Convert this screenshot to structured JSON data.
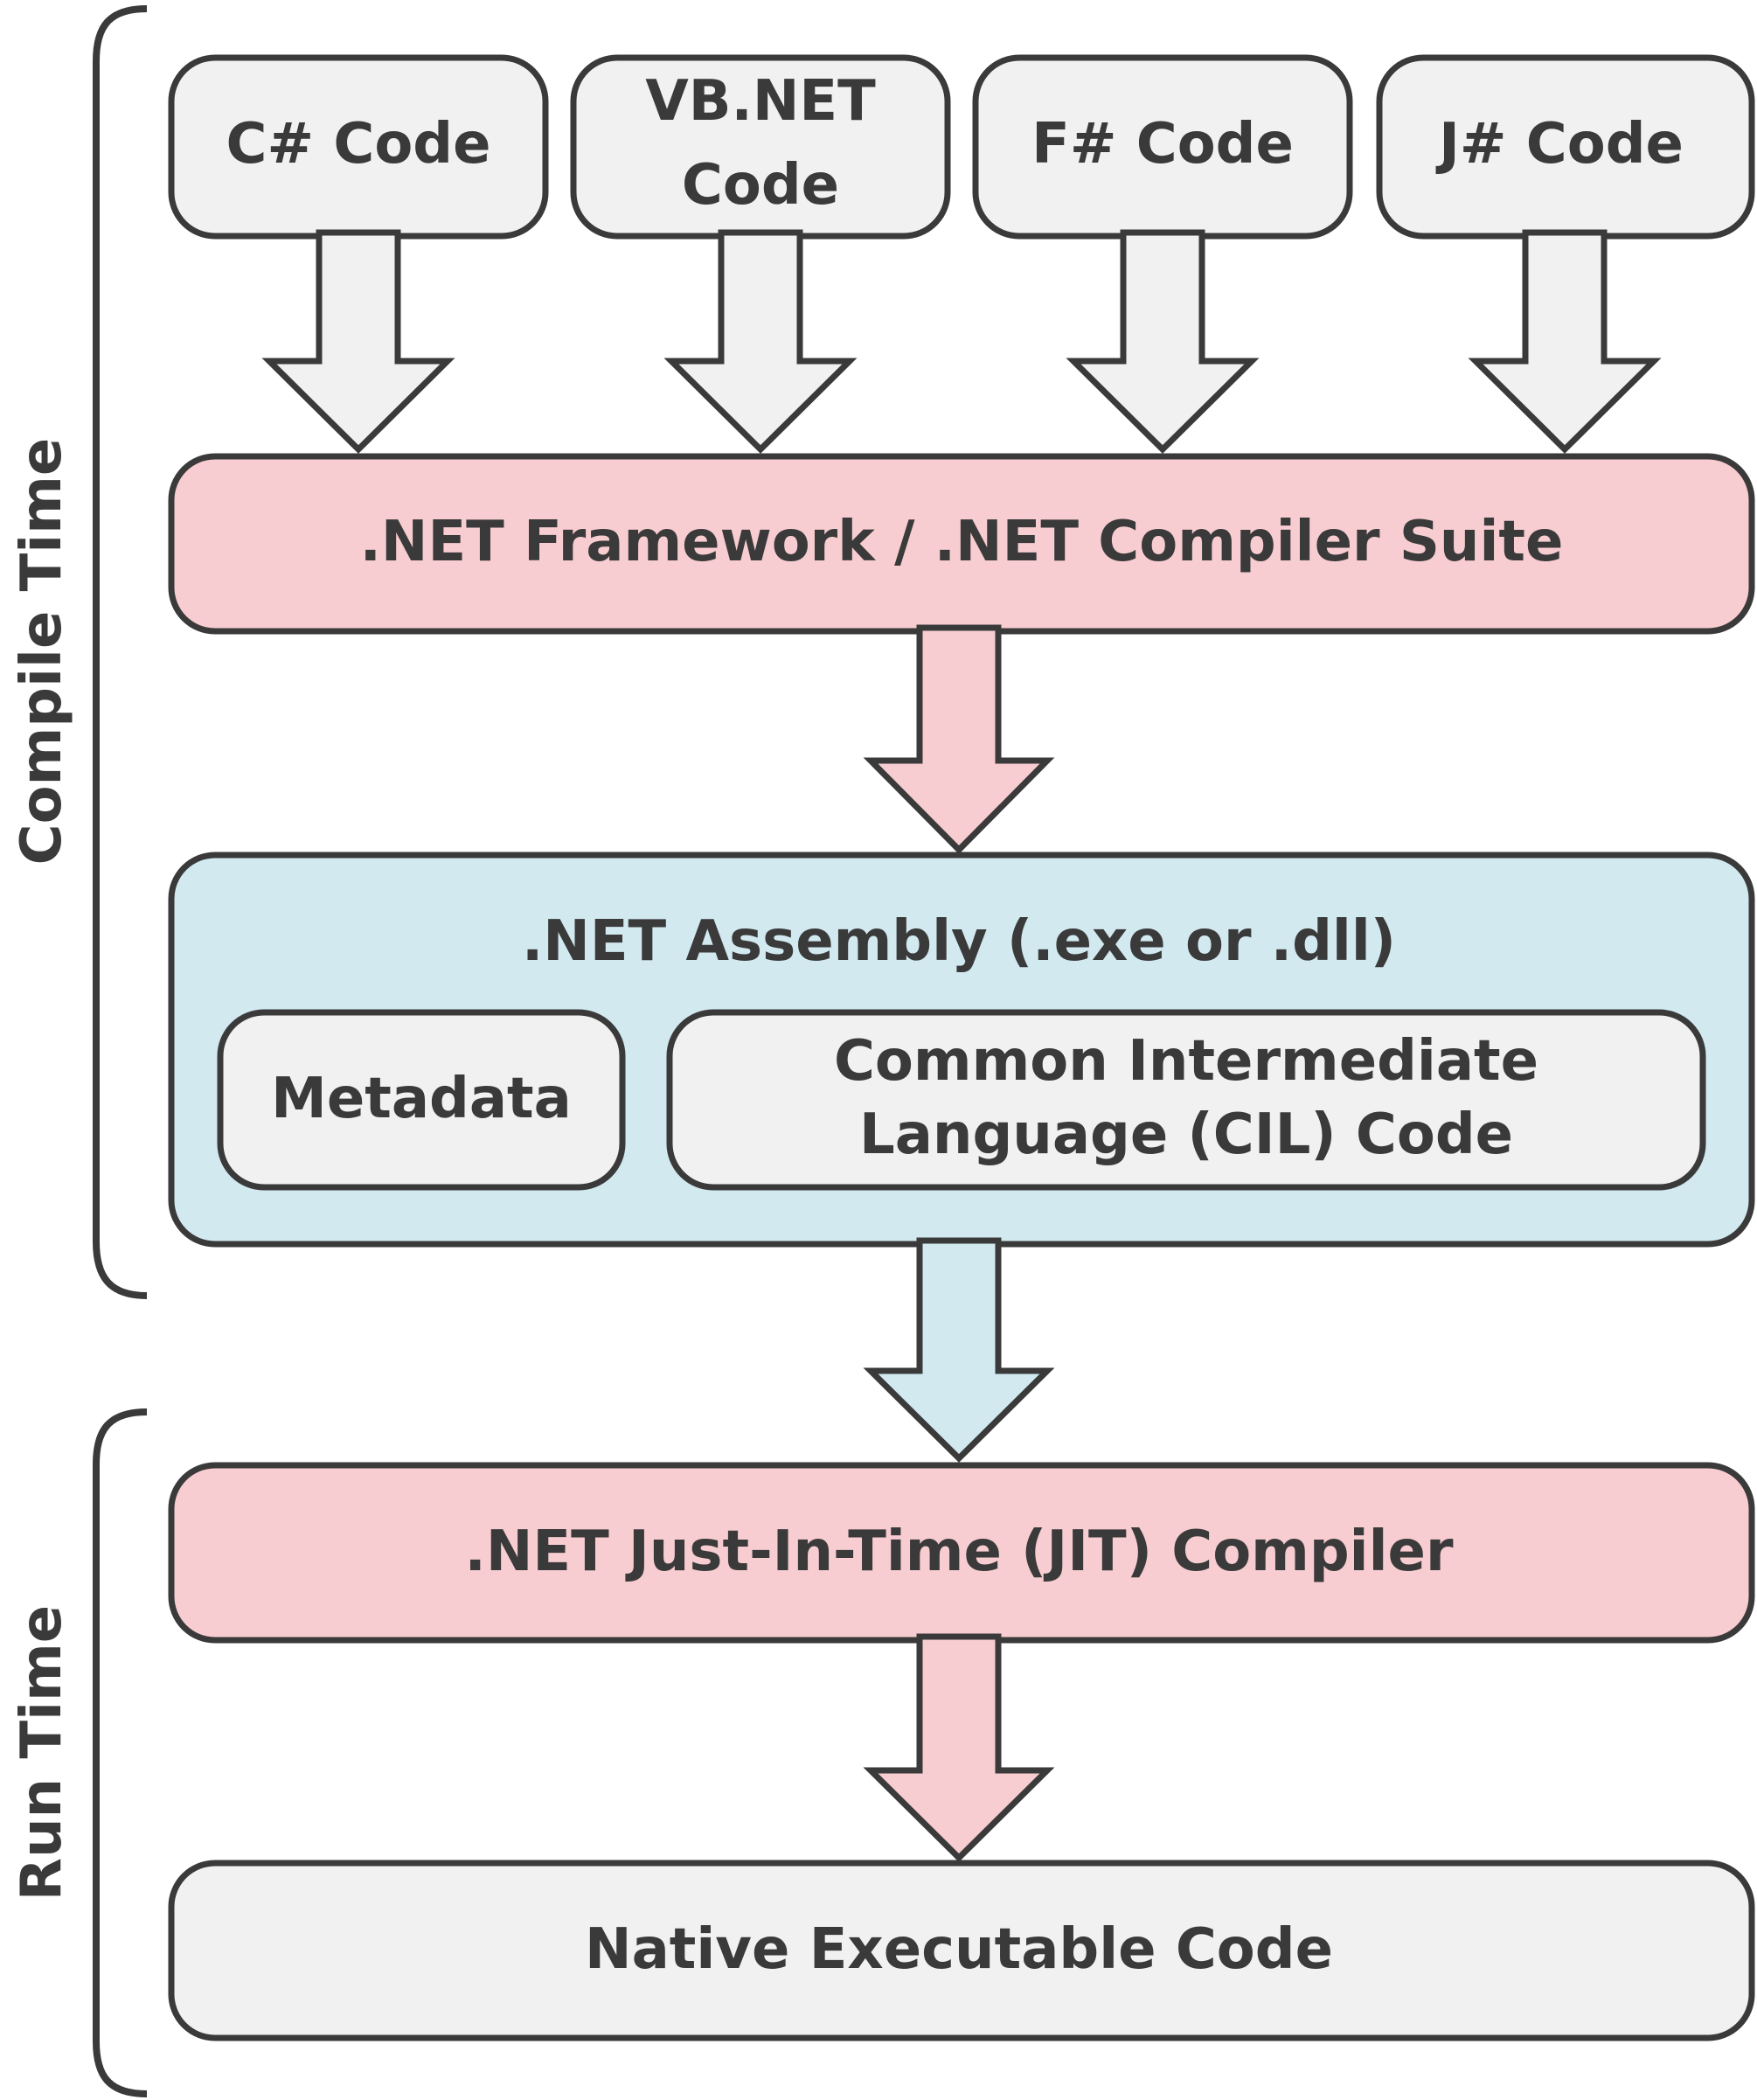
{
  "phases": {
    "compile": "Compile Time",
    "run": "Run Time"
  },
  "sources": [
    {
      "lines": [
        "C# Code"
      ]
    },
    {
      "lines": [
        "VB.NET",
        "Code"
      ]
    },
    {
      "lines": [
        "F# Code"
      ]
    },
    {
      "lines": [
        "J# Code"
      ]
    }
  ],
  "compiler_suite": ".NET Framework / .NET Compiler Suite",
  "assembly": {
    "title": ".NET Assembly (.exe or .dll)",
    "metadata": "Metadata",
    "cil": [
      "Common Intermediate",
      "Language (CIL) Code"
    ]
  },
  "jit": ".NET Just-In-Time (JIT) Compiler",
  "native": "Native Executable Code",
  "colors": {
    "gray_fill": "#f1f1f1",
    "pink_fill": "#f8cdd1",
    "blue_fill": "#d2e9f0",
    "stroke": "#3a3a3a"
  }
}
